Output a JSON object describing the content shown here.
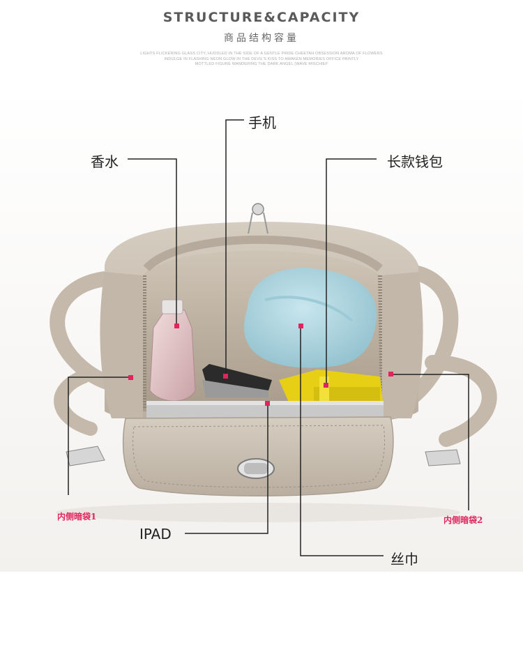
{
  "header": {
    "title_en": "STRUCTURE&CAPACITY",
    "title_cn": "商品结构容量",
    "tagline_lines": [
      "LIGHTS FLICKERING GLASS CITY, HUDDLED IN THE SIDE OF A GENTLE PRIDE CHEETAH OBSESSION AROMA OF FLOWERS",
      "INDULGE IN FLASHING NEON GLOW IN THE DEVIL'S KISS TO AWAKEN MEMORIES OFFICE PAINTLY",
      "MOTTLED FIGURE WANDERING THE DARK ANGEL (WAVE MISCHIEF"
    ]
  },
  "labels": {
    "phone": "手机",
    "perfume": "香水",
    "wallet": "长款钱包",
    "ipad": "IPAD",
    "scarf": "丝巾",
    "inner_pocket_1": "内侧暗袋1",
    "inner_pocket_2": "内侧暗袋2"
  },
  "colors": {
    "leather": "#c9bfb2",
    "marker": "#e0245e",
    "scarf": "#a9d3de",
    "wallet": "#e8d21a",
    "line": "#222222"
  }
}
